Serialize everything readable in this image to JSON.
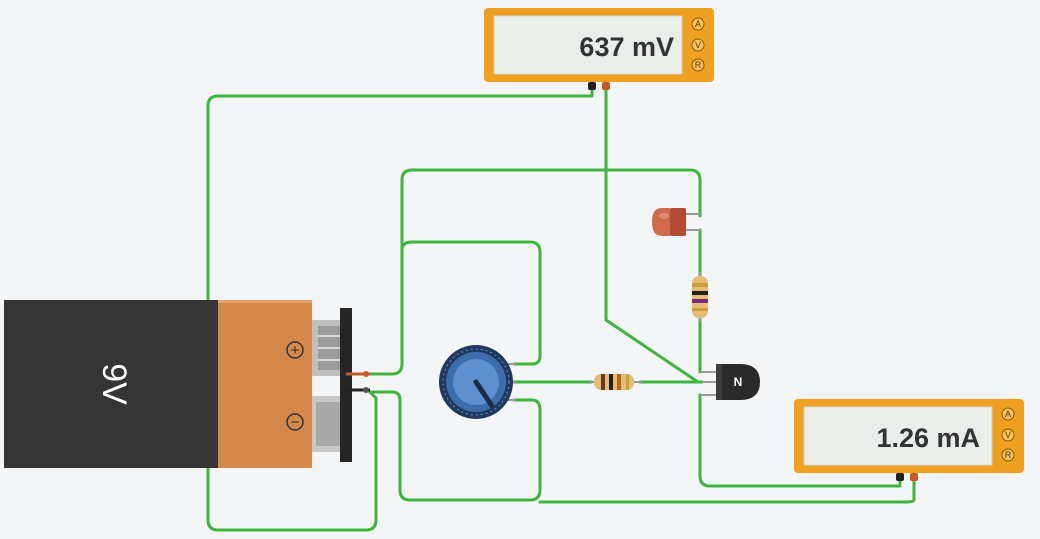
{
  "voltmeter": {
    "reading": "637 mV",
    "modes": [
      "A",
      "V",
      "R"
    ]
  },
  "ammeter": {
    "reading": "1.26 mA",
    "modes": [
      "A",
      "V",
      "R"
    ]
  },
  "battery": {
    "label": "9V",
    "plus": "+",
    "minus": "−"
  },
  "transistor": {
    "label": "N"
  },
  "colors": {
    "wire": "#3fb43f",
    "meter_body": "#f0a020",
    "battery_black": "#353535",
    "battery_copper": "#d4894a",
    "pot_blue": "#5f8fd0",
    "led_red": "#c0553a"
  }
}
